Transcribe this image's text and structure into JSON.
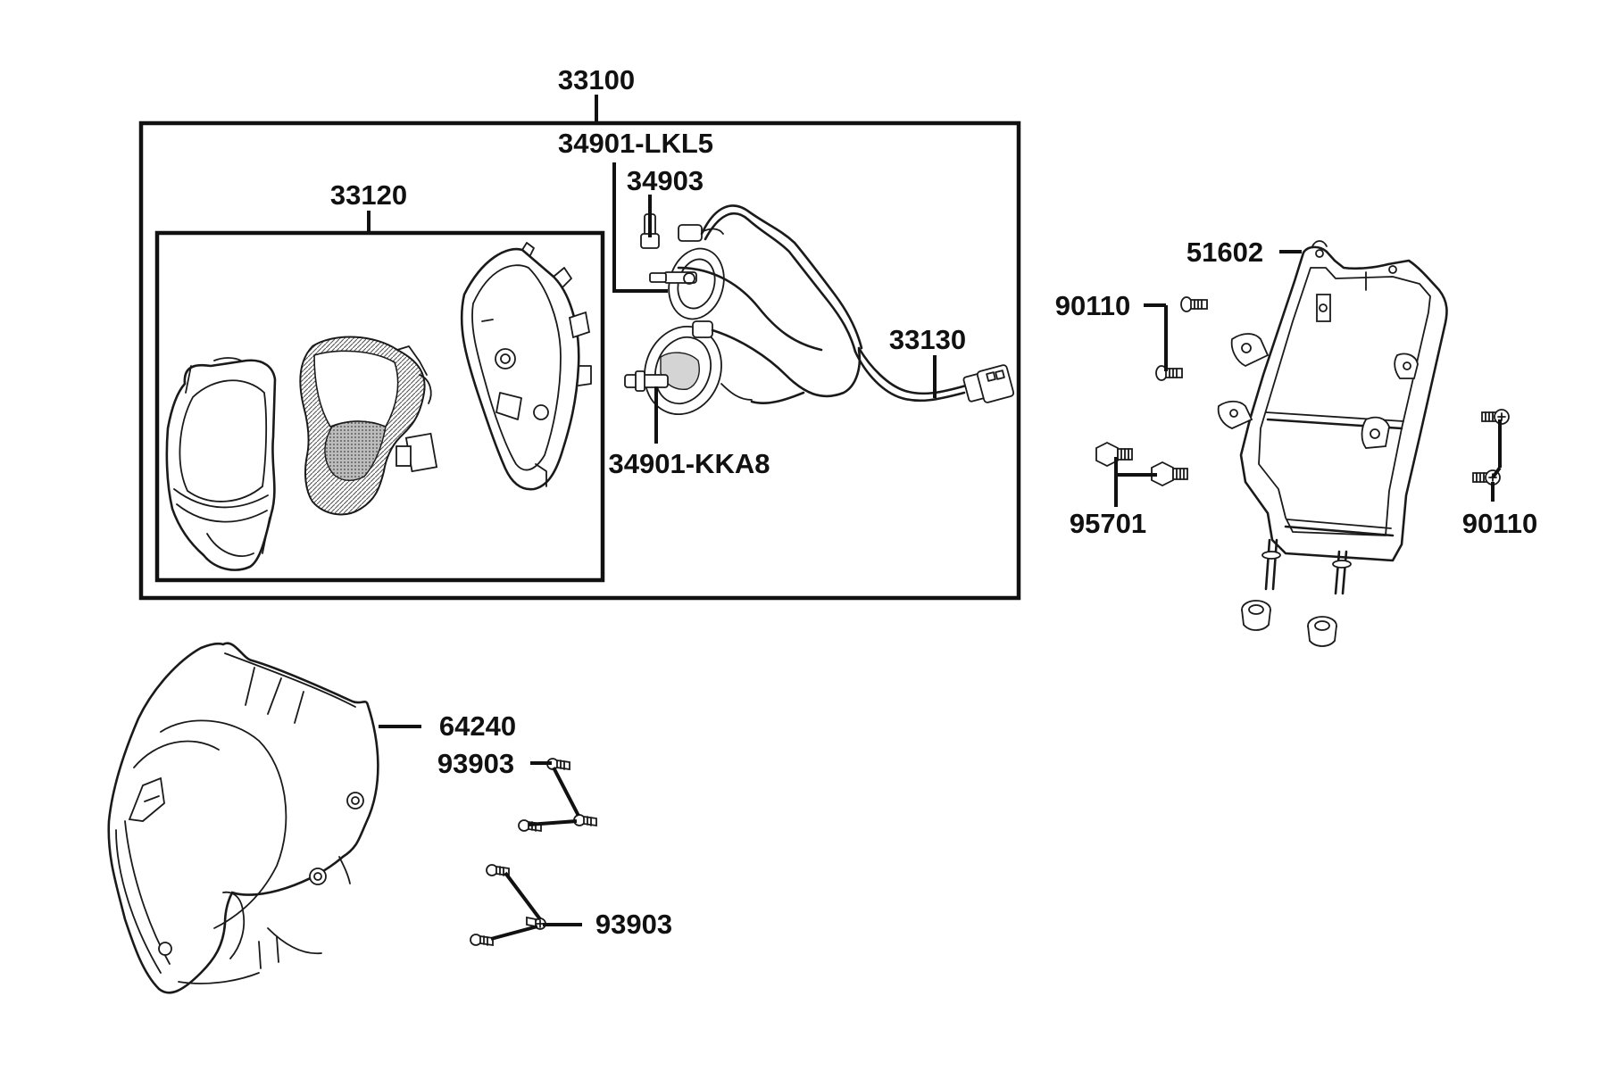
{
  "diagram": {
    "labels": {
      "headlight_assy": "33100",
      "headlight_unit": "33120",
      "bulb_high": "34901-LKL5",
      "bulb_socket": "34903",
      "wire_harness": "33130",
      "bulb_low": "34901-KKA8",
      "bracket": "51602",
      "screw_left": "90110",
      "screw_right": "90110",
      "bolt": "95701",
      "cowl": "64240",
      "tapping_screw_a": "93903",
      "tapping_screw_b": "93903"
    }
  }
}
